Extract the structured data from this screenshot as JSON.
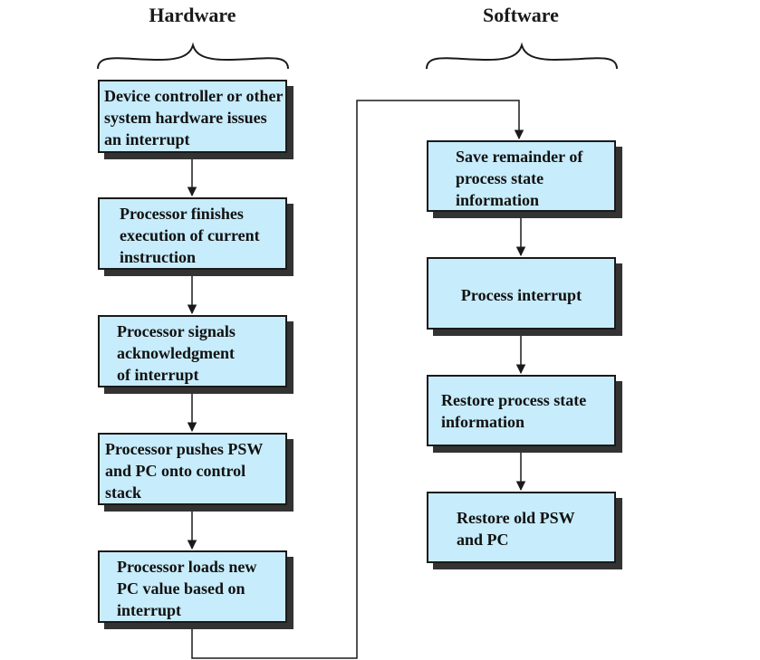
{
  "headings": {
    "hardware": "Hardware",
    "software": "Software"
  },
  "hardware_steps": [
    "Device controller or other system hardware issues an interrupt",
    "Processor finishes execution of current instruction",
    "Processor signals acknowledgment of interrupt",
    "Processor pushes PSW and PC onto control stack",
    "Processor loads new PC value based on interrupt"
  ],
  "software_steps": [
    "Save remainder of process state information",
    "Process interrupt",
    "Restore process state information",
    "Restore old PSW and PC"
  ],
  "colors": {
    "box_fill": "#c7ecfb",
    "border": "#1a1a1a",
    "shadow": "#333333"
  }
}
